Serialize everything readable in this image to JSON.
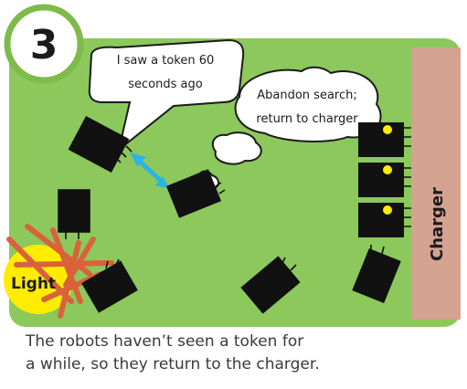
{
  "panel": {
    "step_number": "3",
    "caption_lines": [
      "The robots haven’t seen a token for",
      "a while, so they return to the charger."
    ]
  },
  "speech_bubble": {
    "lines": [
      "I saw a token 60",
      "seconds ago"
    ]
  },
  "thought_bubble": {
    "lines": [
      "Abandon search;",
      "return to charger"
    ]
  },
  "labels": {
    "light": "Light",
    "charger": "Charger"
  },
  "colors": {
    "panel_green": "#8cc85c",
    "charger_pink": "#d4a391",
    "light_yellow": "#ffec00",
    "robot_black": "#111111",
    "arrow_cyan": "#2db4e6",
    "branch_orange": "#d9623b",
    "badge_border": "#7dbb4a",
    "caption_text": "#3a3a3a"
  }
}
